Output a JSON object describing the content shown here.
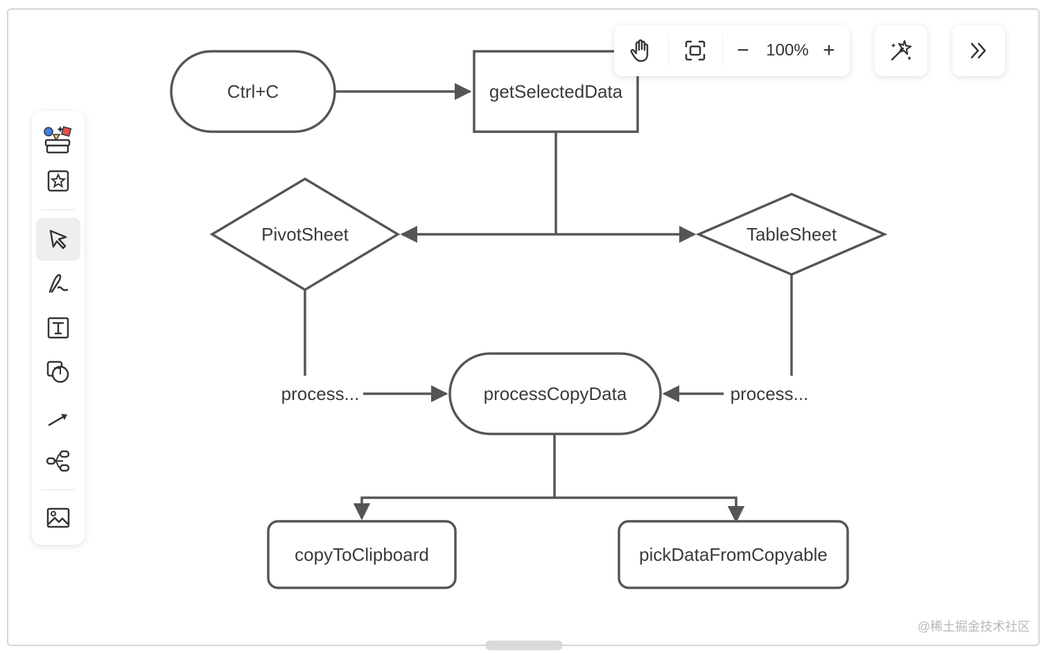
{
  "nodes": {
    "ctrl_c": "Ctrl+C",
    "get_selected_data": "getSelectedData",
    "pivot_sheet": "PivotSheet",
    "table_sheet": "TableSheet",
    "process_left": "process...",
    "process_right": "process...",
    "process_copy_data": "processCopyData",
    "copy_to_clipboard": "copyToClipboard",
    "pick_data_from_copyable": "pickDataFromCopyable"
  },
  "toolbar": {
    "zoom": "100%",
    "zoom_out_label": "−",
    "zoom_in_label": "+",
    "hand_icon": "hand-icon",
    "fit_icon": "fit-to-screen-icon",
    "magic_icon": "magic-wand-icon",
    "expand_icon": "double-chevron-right-icon"
  },
  "left_tools": [
    {
      "name": "shapes-library-icon"
    },
    {
      "name": "star-frame-icon"
    },
    {
      "name": "select-pointer-icon",
      "active": true
    },
    {
      "name": "pen-icon"
    },
    {
      "name": "text-icon"
    },
    {
      "name": "shape-icon"
    },
    {
      "name": "arrow-line-icon"
    },
    {
      "name": "mindmap-icon"
    },
    {
      "name": "image-icon"
    }
  ],
  "watermark": "@稀土掘金技术社区",
  "colors": {
    "stroke": "#555555",
    "text": "#3a3a3a",
    "accent_blue": "#3f7ee8",
    "accent_red": "#e0524f",
    "accent_yellow": "#f2c744"
  }
}
